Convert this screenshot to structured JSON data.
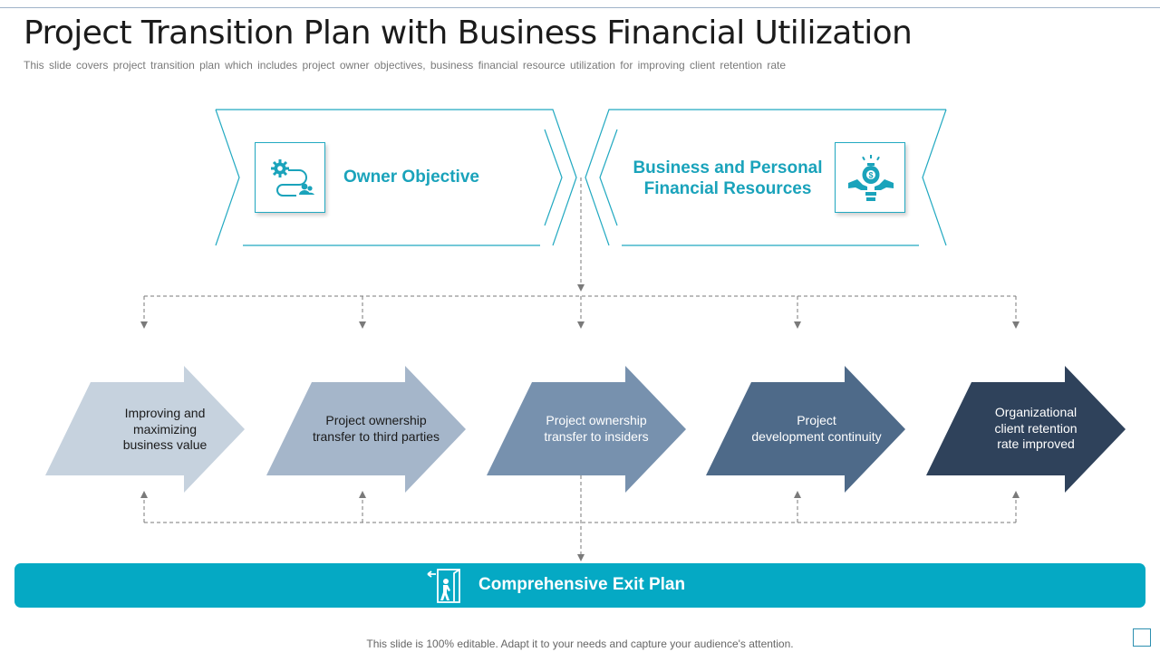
{
  "slide": {
    "title": "Project Transition Plan with Business Financial Utilization",
    "subtitle": "This slide covers project transition plan which includes project owner objectives, business financial resource utilization for improving client retention rate",
    "footer": "This slide is 100% editable. Adapt it to your needs and capture your audience's attention."
  },
  "headers": {
    "left": {
      "label": "Owner Objective",
      "icon": "gear-people-path-icon"
    },
    "right": {
      "label_line1": "Business and Personal",
      "label_line2": "Financial Resources",
      "icon": "money-bag-hands-icon"
    }
  },
  "steps": [
    {
      "lines": [
        "Improving and",
        "maximizing",
        "business value"
      ],
      "color": "#c6d2de",
      "text_color": "#1b1b1b"
    },
    {
      "lines": [
        "Project ownership",
        "transfer to third parties"
      ],
      "color": "#a5b6ca",
      "text_color": "#1b1b1b"
    },
    {
      "lines": [
        "Project ownership",
        "transfer to insiders"
      ],
      "color": "#7791ae",
      "text_color": "#ffffff"
    },
    {
      "lines": [
        "Project",
        "development continuity"
      ],
      "color": "#4e6a89",
      "text_color": "#ffffff"
    },
    {
      "lines": [
        "Organizational",
        "client retention",
        "rate improved"
      ],
      "color": "#2f425b",
      "text_color": "#ffffff"
    }
  ],
  "exit_plan": {
    "label": "Comprehensive Exit Plan",
    "icon": "exit-door-icon"
  },
  "colors": {
    "accent": "#05a9c4",
    "outline": "#22a9c1",
    "connector": "#7a7a7a"
  }
}
